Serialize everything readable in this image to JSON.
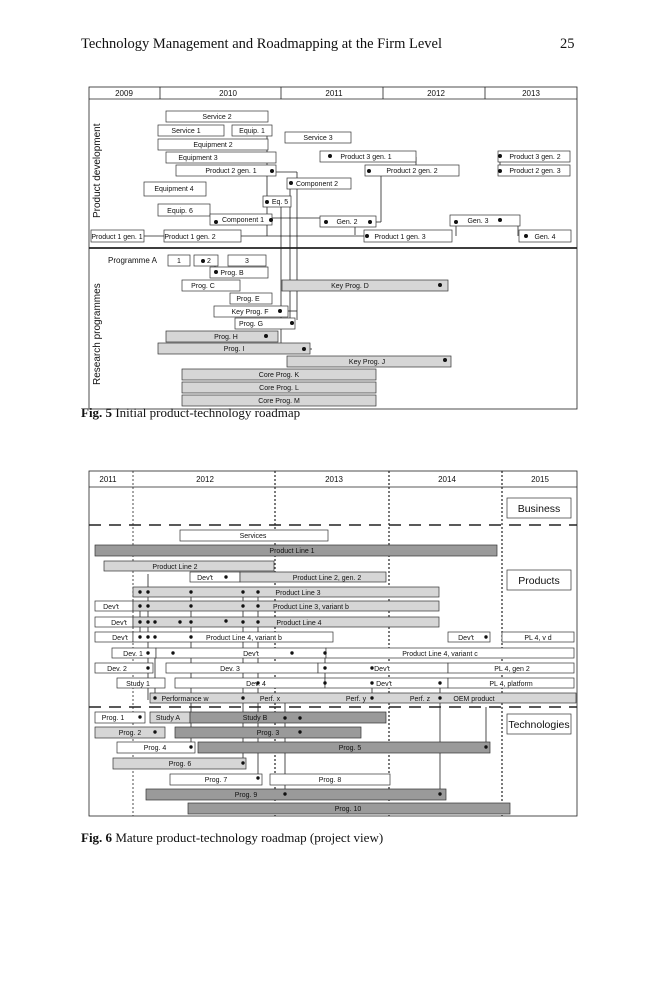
{
  "header": {
    "running_title": "Technology Management and Roadmapping at the Firm Level",
    "page_number": "25"
  },
  "fig5": {
    "caption_label": "Fig. 5",
    "caption_text": " Initial product-technology roadmap",
    "years": [
      "2009",
      "2010",
      "2011",
      "2012",
      "2013"
    ],
    "section_top": "Product development",
    "section_bottom": "Research programmes",
    "programme_label": "Programme A",
    "items": {
      "service2": "Service 2",
      "service1": "Service 1",
      "equip1": "Equip. 1",
      "service3": "Service 3",
      "equipment2": "Equipment 2",
      "equipment3": "Equipment 3",
      "p3g1": "Product 3 gen. 1",
      "p3g2": "Product 3 gen. 2",
      "p2g1": "Product 2 gen. 1",
      "p2g2": "Product 2 gen. 2",
      "p2g3": "Product 2 gen. 3",
      "component2": "Component 2",
      "equipment4": "Equipment 4",
      "eq5": "Eq. 5",
      "equip6": "Equip. 6",
      "component1": "Component 1",
      "gen2": "Gen. 2",
      "gen3": "Gen. 3",
      "p1g1": "Product 1 gen. 1",
      "p1g2": "Product 1 gen. 2",
      "p1g3": "Product 1 gen. 3",
      "gen4": "Gen. 4",
      "progA1": "1",
      "progA2": "2",
      "progA3": "3",
      "progB": "Prog. B",
      "progC": "Prog. C",
      "keyD": "Key Prog. D",
      "progE": "Prog. E",
      "keyF": "Key Prog. F",
      "progG": "Prog. G",
      "progH": "Prog. H",
      "progI": "Prog. I",
      "keyJ": "Key Prog. J",
      "coreK": "Core Prog. K",
      "coreL": "Core Prog. L",
      "coreM": "Core Prog. M"
    }
  },
  "fig6": {
    "caption_label": "Fig. 6",
    "caption_text": " Mature product-technology roadmap (project view)",
    "years": [
      "2011",
      "2012",
      "2013",
      "2014",
      "2015"
    ],
    "layers": {
      "business": "Business",
      "products": "Products",
      "technologies": "Technologies"
    },
    "items": {
      "services": "Services",
      "pl1": "Product Line 1",
      "pl2": "Product Line 2",
      "devt1": "Dev't",
      "pl2g2": "Product Line 2, gen. 2",
      "pl3": "Product Line 3",
      "devt2": "Dev't",
      "pl3b": "Product Line 3, variant b",
      "devt3": "Dev't",
      "pl4": "Product Line 4",
      "devt4": "Dev't",
      "pl4b": "Product Line 4, variant b",
      "devt5": "Dev't",
      "pl4vd": "PL 4, v d",
      "dev1": "Dev. 1",
      "devt6": "Dev't",
      "pl4c": "Product Line 4, variant c",
      "dev2": "Dev. 2",
      "dev3": "Dev. 3",
      "devt7": "Dev't",
      "pl4g2": "PL 4, gen 2",
      "study1": "Study 1",
      "dev4": "Dev. 4",
      "devt8": "Dev't",
      "pl4plat": "PL 4, platform",
      "perfw": "Performance w",
      "perfx": "Perf. x",
      "perfy": "Perf. y",
      "perfz": "Perf. z",
      "oem": "OEM product",
      "prog1": "Prog. 1",
      "studyA": "Study A",
      "studyB": "Study B",
      "prog2": "Prog. 2",
      "prog3": "Prog. 3",
      "prog4": "Prog. 4",
      "prog5": "Prog. 5",
      "prog6": "Prog. 6",
      "prog7": "Prog. 7",
      "prog8": "Prog. 8",
      "prog9": "Prog. 9",
      "prog10": "Prog. 10"
    }
  }
}
